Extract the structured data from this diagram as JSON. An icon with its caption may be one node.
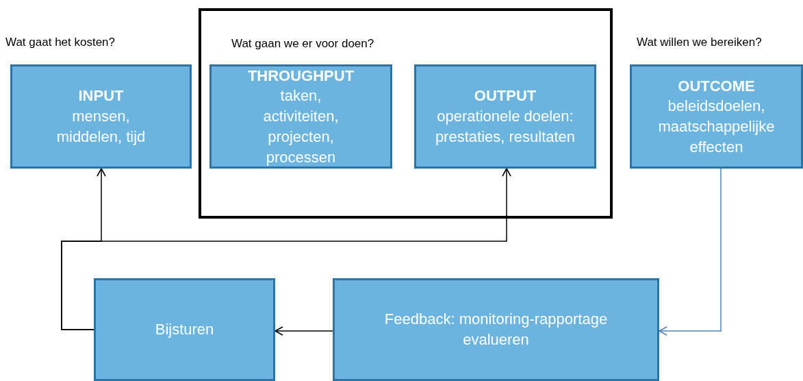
{
  "diagram": {
    "nodes": [
      {
        "text": [
          "INPUT",
          "mensen, middelen, tijd"
        ]
      },
      {
        "text": [
          "Wat gaan we er voor doen?"
        ]
      },
      {
        "text": [
          "THROUGHPUT",
          "taken, activiteiten, projecten, processen"
        ],
        "in": 1
      },
      {
        "text": [
          "OUTPUT",
          "operationele doelen: prestaties, resultaten"
        ],
        "in": 1
      },
      {
        "text": [
          "OUTCOME",
          "beleidsdoelen, maatschappelijke effecten"
        ]
      },
      {
        "text": [
          "Bijsturen"
        ]
      },
      {
        "text": [
          "Feedback: monitoring-rapportage evalueren"
        ]
      }
    ],
    "edges": [
      {
        "from": 5,
        "to": 0,
        "arrow": "to"
      },
      {
        "from": 5,
        "to": 3,
        "arrow": "to"
      },
      {
        "from": 6,
        "to": 5,
        "arrow": "to"
      },
      {
        "from": 4,
        "to": 6,
        "arrow": "to",
        "color": "#4f81bd"
      }
    ],
    "labels": [
      "Wat gaat het kosten?",
      "Wat willen we bereiken?"
    ]
  }
}
